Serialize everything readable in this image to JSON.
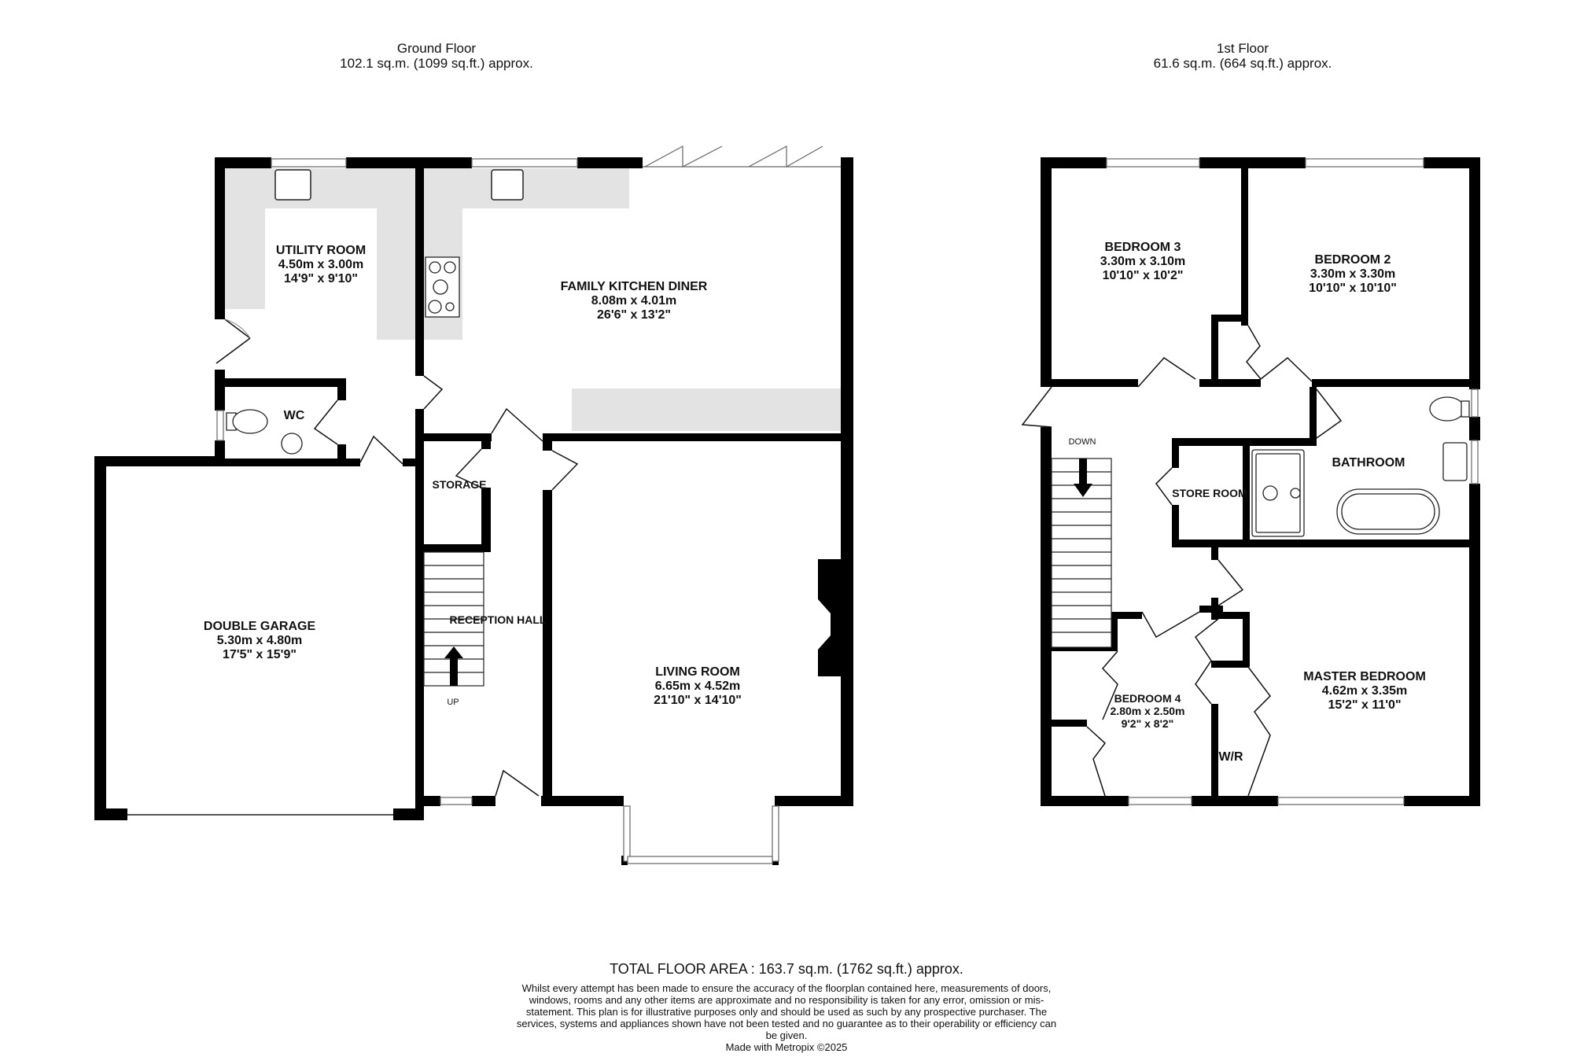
{
  "ground_floor": {
    "title": "Ground Floor",
    "area": "102.1 sq.m. (1099 sq.ft.) approx.",
    "rooms": [
      {
        "name": "UTILITY ROOM",
        "metric": "4.50m  x 3.00m",
        "imperial": "14'9\"  x 9'10\""
      },
      {
        "name": "FAMILY KITCHEN DINER",
        "metric": "8.08m  x 4.01m",
        "imperial": "26'6\"  x 13'2\""
      },
      {
        "name": "WC"
      },
      {
        "name": "STORAGE"
      },
      {
        "name": "RECEPTION HALL"
      },
      {
        "name": "DOUBLE GARAGE",
        "metric": "5.30m  x 4.80m",
        "imperial": "17'5\"  x 15'9\""
      },
      {
        "name": "LIVING ROOM",
        "metric": "6.65m  x 4.52m",
        "imperial": "21'10\"  x 14'10\""
      }
    ],
    "stairs_label": "UP"
  },
  "first_floor": {
    "title": "1st Floor",
    "area": "61.6 sq.m. (664 sq.ft.) approx.",
    "rooms": [
      {
        "name": "BEDROOM 3",
        "metric": "3.30m  x 3.10m",
        "imperial": "10'10\"  x 10'2\""
      },
      {
        "name": "BEDROOM 2",
        "metric": "3.30m  x 3.30m",
        "imperial": "10'10\"  x 10'10\""
      },
      {
        "name": "BATHROOM"
      },
      {
        "name": "STORE ROOM"
      },
      {
        "name": "BEDROOM 4",
        "metric": "2.80m  x 2.50m",
        "imperial": "9'2\"  x 8'2\""
      },
      {
        "name": "MASTER BEDROOM",
        "metric": "4.62m  x 3.35m",
        "imperial": "15'2\"  x 11'0\""
      },
      {
        "name": "W/R"
      }
    ],
    "stairs_label": "DOWN"
  },
  "footer": {
    "total": "TOTAL FLOOR AREA : 163.7 sq.m. (1762 sq.ft.) approx.",
    "disclaimer": "Whilst every attempt has been made to ensure the accuracy of the floorplan contained here, measurements of doors, windows, rooms and any other items are approximate and no responsibility is taken for any error, omission or mis-statement. This plan is for illustrative purposes only and should be used as such by any prospective purchaser. The services, systems and appliances shown have not been tested and no guarantee as to their operability or efficiency can be given.",
    "credit": "Made with Metropix ©2025"
  },
  "colors": {
    "wall": "#000000",
    "worktop": "#e3e3e3",
    "background": "#ffffff"
  }
}
